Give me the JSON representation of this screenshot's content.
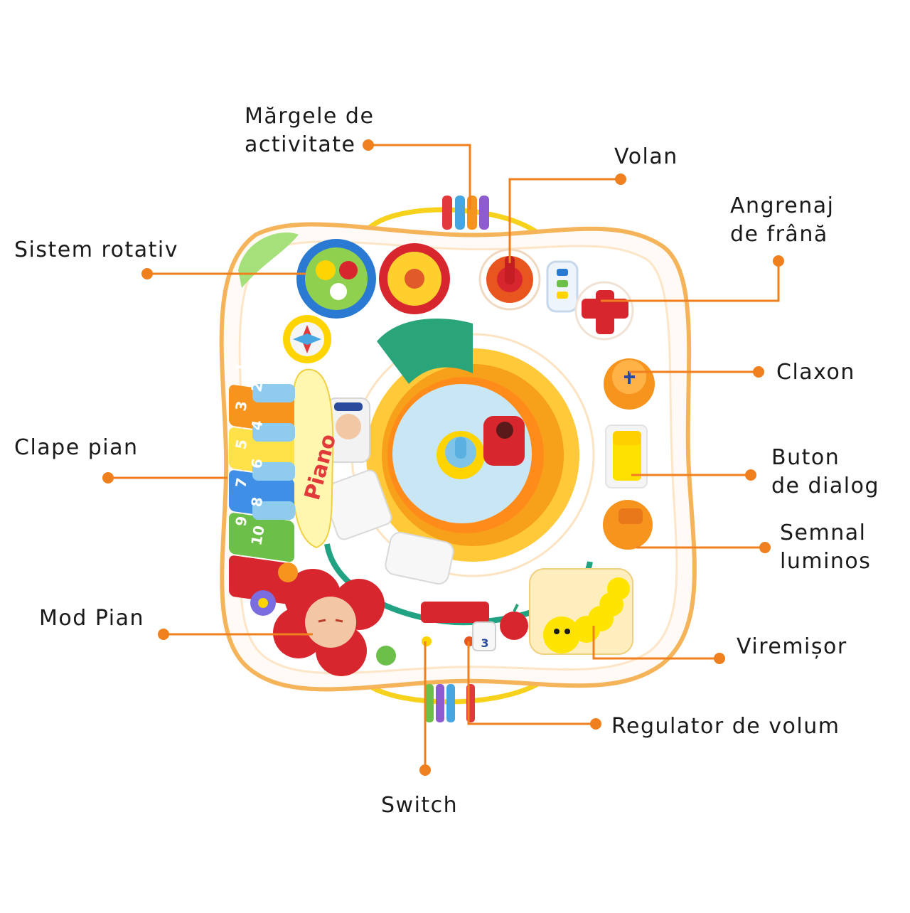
{
  "labels": {
    "margele": {
      "line1": "Mărgele de",
      "line2": "activitate"
    },
    "volan": "Volan",
    "angrenaj": {
      "line1": "Angrenaj",
      "line2": "de frână"
    },
    "sistem": "Sistem rotativ",
    "claxon": "Claxon",
    "clape": "Clape pian",
    "buton": {
      "line1": "Buton",
      "line2": "de dialog"
    },
    "semnal": {
      "line1": "Semnal",
      "line2": "luminos"
    },
    "mod": "Mod Pian",
    "viremisor": "Viremișor",
    "regulator": "Regulator de volum",
    "switch": "Switch"
  },
  "piano_keys": [
    "1",
    "2",
    "3",
    "4",
    "5",
    "6",
    "7",
    "8",
    "9",
    "10"
  ],
  "piano_sign": "Piano",
  "volume_marker": "3",
  "colors": {
    "leader_line": "#f07f1e",
    "toy_base": "#ffffff",
    "toy_rim": "#f5a623",
    "accent_orange": "#f7941d",
    "accent_red": "#d7262e",
    "accent_green": "#2aa57a",
    "accent_blue": "#7ec3e8",
    "accent_yellow": "#ffd400"
  }
}
